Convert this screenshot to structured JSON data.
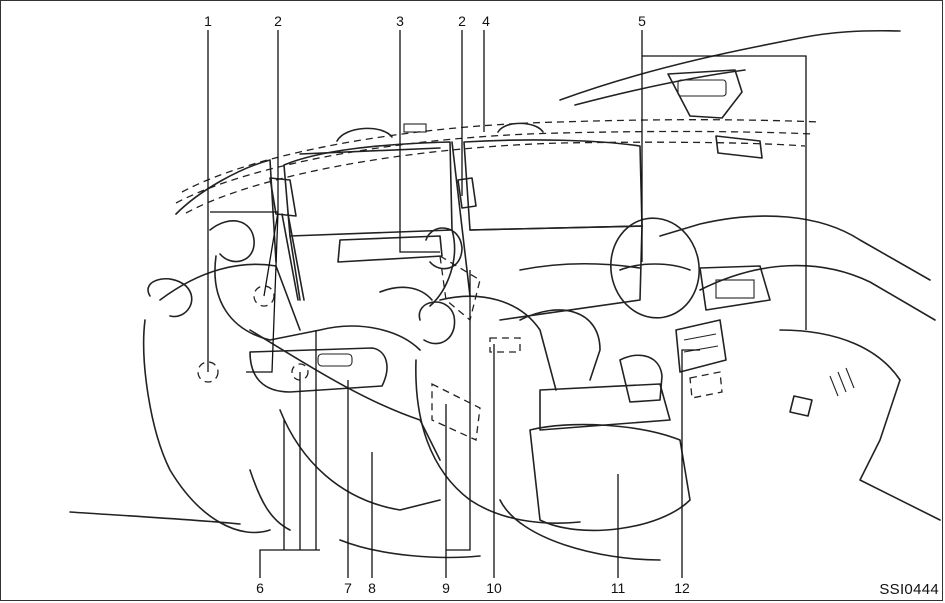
{
  "figure": {
    "code": "SSI0444",
    "callouts": [
      "1",
      "2",
      "3",
      "2",
      "4",
      "5",
      "6",
      "7",
      "8",
      "9",
      "10",
      "11",
      "12"
    ]
  }
}
